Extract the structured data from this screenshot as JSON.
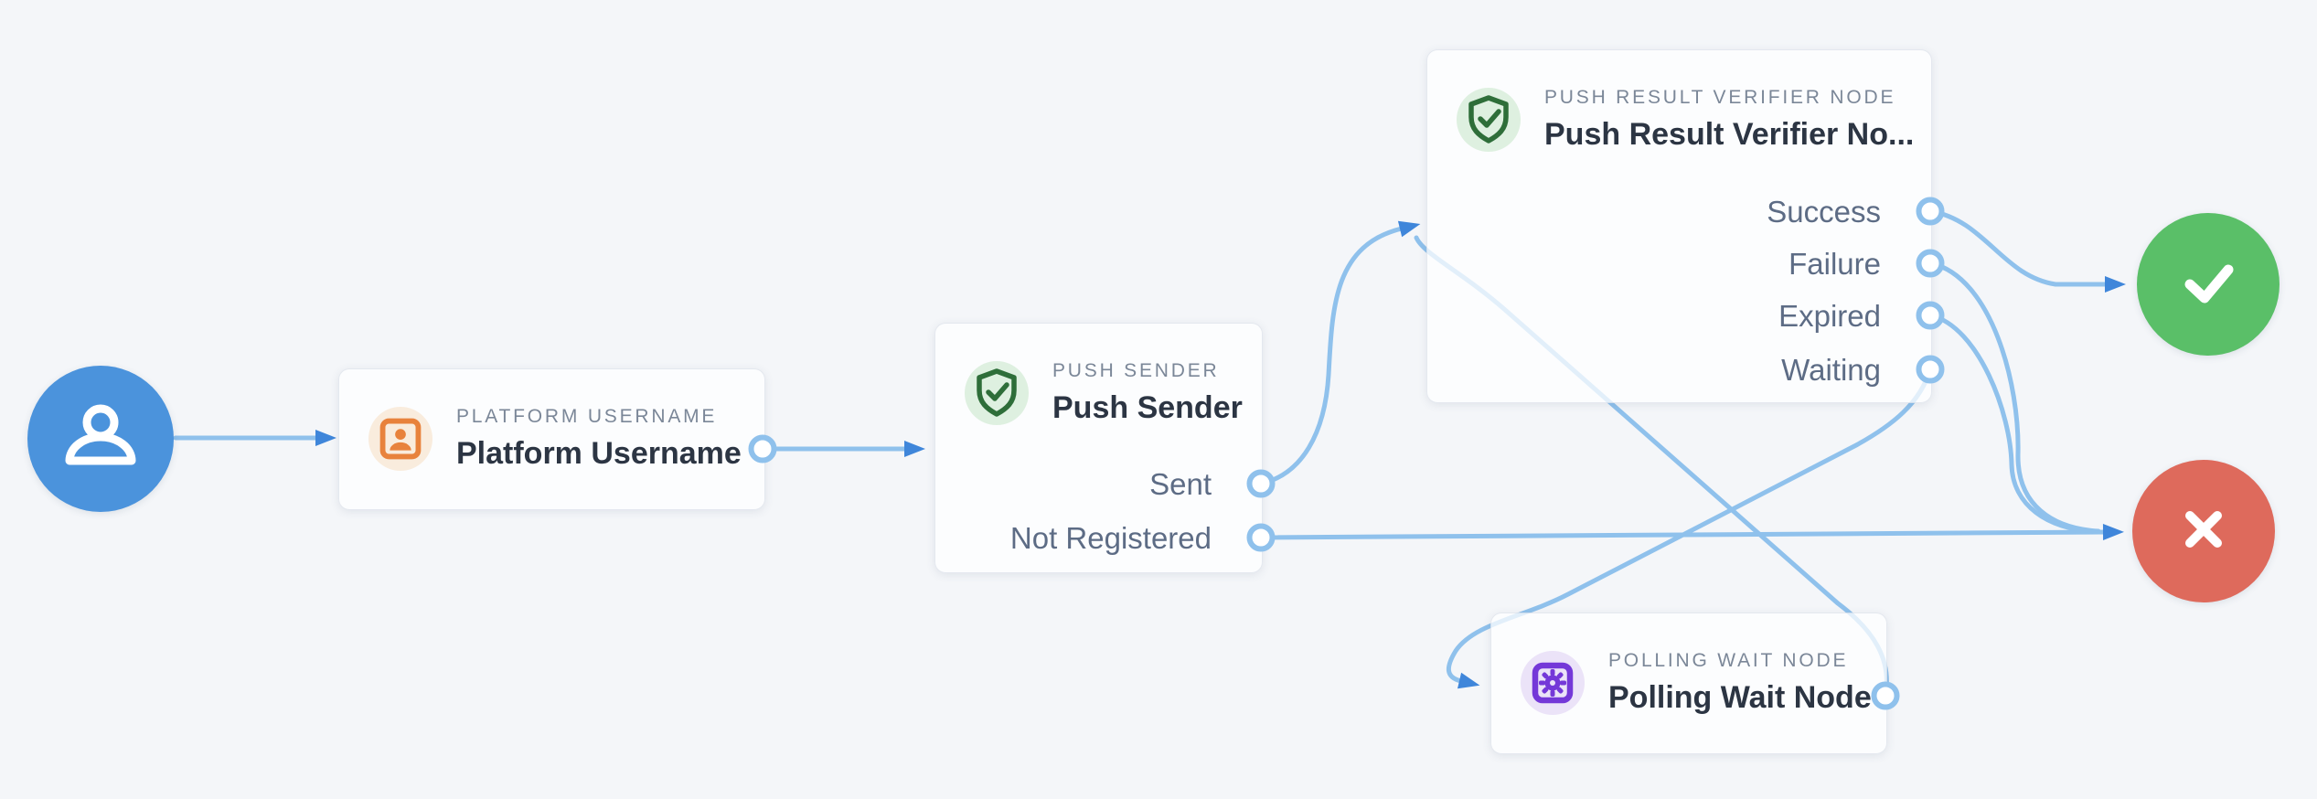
{
  "canvas": {
    "background_color": "#f4f6f9",
    "link_color": "#8fc1ec",
    "arrow_color": "#3f86da",
    "port_ring_color": "#8fc1ec"
  },
  "start_node": {
    "icon": "user-icon",
    "color": "#4b93dc"
  },
  "nodes": {
    "platform": {
      "category": "PLATFORM USERNAME",
      "title": "Platform Username",
      "icon": "id-badge-icon",
      "icon_color": "#e8823c",
      "icon_bg": "#f9ecdd",
      "outputs": []
    },
    "push_sender": {
      "category": "PUSH SENDER",
      "title": "Push Sender",
      "icon": "shield-check-icon",
      "icon_color": "#2e6e39",
      "icon_bg": "#def0e0",
      "outputs": [
        "Sent",
        "Not Registered"
      ]
    },
    "verifier": {
      "category": "PUSH RESULT VERIFIER NODE",
      "title": "Push Result Verifier No...",
      "icon": "shield-check-icon",
      "icon_color": "#2e6e39",
      "icon_bg": "#def0e0",
      "outputs": [
        "Success",
        "Failure",
        "Expired",
        "Waiting"
      ]
    },
    "polling": {
      "category": "POLLING WAIT NODE",
      "title": "Polling Wait Node",
      "icon": "gear-square-icon",
      "icon_color": "#7438d8",
      "icon_bg": "#ebe3f8",
      "outputs": []
    }
  },
  "terminals": {
    "success": {
      "icon": "check-icon",
      "color": "#5abf68"
    },
    "failure": {
      "icon": "x-icon",
      "color": "#de6a5c"
    }
  },
  "connections": [
    {
      "from": "start",
      "to": "platform-username"
    },
    {
      "from": "platform-username",
      "to": "push-sender"
    },
    {
      "from": "push-sender",
      "output": "Sent",
      "to": "push-result-verifier"
    },
    {
      "from": "push-sender",
      "output": "Not Registered",
      "to": "failure"
    },
    {
      "from": "push-result-verifier",
      "output": "Success",
      "to": "success"
    },
    {
      "from": "push-result-verifier",
      "output": "Failure",
      "to": "failure"
    },
    {
      "from": "push-result-verifier",
      "output": "Expired",
      "to": "failure"
    },
    {
      "from": "push-result-verifier",
      "output": "Waiting",
      "to": "polling-wait"
    },
    {
      "from": "polling-wait",
      "to": "push-result-verifier"
    }
  ]
}
